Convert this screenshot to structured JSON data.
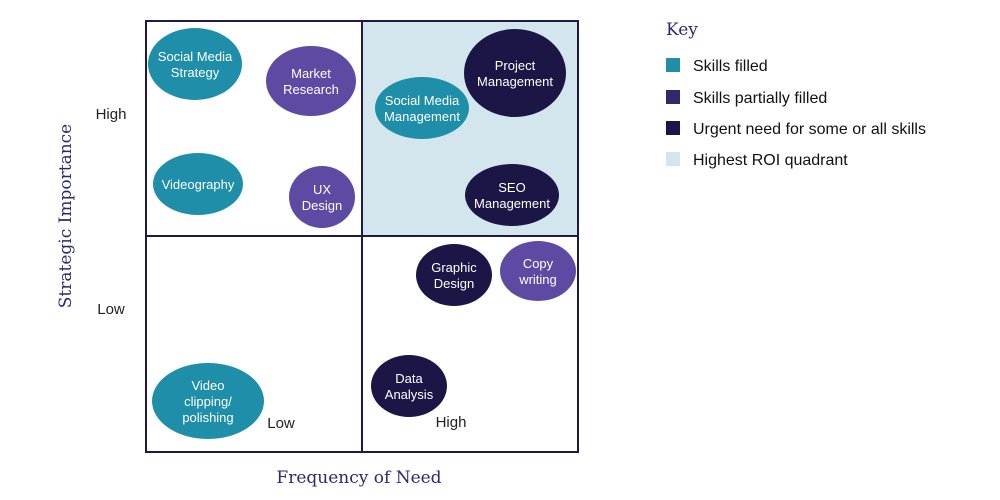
{
  "axes": {
    "x_title": "Frequency of Need",
    "y_title": "Strategic Importance",
    "x_low": "Low",
    "x_high": "High",
    "y_high": "High",
    "y_low": "Low"
  },
  "key": {
    "title": "Key",
    "items": [
      {
        "label": "Skills filled",
        "color": "#1f8ea8"
      },
      {
        "label": "Skills partially filled",
        "color": "#2e2a6e"
      },
      {
        "label": "Urgent need for some or all skills",
        "color": "#1b1645"
      },
      {
        "label": "Highest ROI quadrant",
        "color": "#d3e6ee"
      }
    ]
  },
  "colors": {
    "filled": "#1f8ea8",
    "partially": "#5e4aa3",
    "urgent": "#1b1645",
    "roi_quadrant": "#d3e6ee",
    "grid": "#1e1a44"
  },
  "bubbles": [
    {
      "name": "social-media-strategy",
      "lines": [
        "Social Media",
        "Strategy"
      ],
      "status": "filled"
    },
    {
      "name": "market-research",
      "lines": [
        "Market",
        "Research"
      ],
      "status": "partially"
    },
    {
      "name": "videography",
      "lines": [
        "Videography"
      ],
      "status": "filled"
    },
    {
      "name": "ux-design",
      "lines": [
        "UX",
        "Design"
      ],
      "status": "partially"
    },
    {
      "name": "social-media-management",
      "lines": [
        "Social Media",
        "Management"
      ],
      "status": "filled"
    },
    {
      "name": "project-management",
      "lines": [
        "Project",
        "Management"
      ],
      "status": "urgent"
    },
    {
      "name": "seo-management",
      "lines": [
        "SEO",
        "Management"
      ],
      "status": "urgent"
    },
    {
      "name": "graphic-design",
      "lines": [
        "Graphic",
        "Design"
      ],
      "status": "urgent"
    },
    {
      "name": "copy-writing",
      "lines": [
        "Copy",
        "writing"
      ],
      "status": "partially"
    },
    {
      "name": "data-analysis",
      "lines": [
        "Data",
        "Analysis"
      ],
      "status": "urgent"
    },
    {
      "name": "video-clipping-polishing",
      "lines": [
        "Video",
        "clipping/",
        "polishing"
      ],
      "status": "filled"
    }
  ]
}
